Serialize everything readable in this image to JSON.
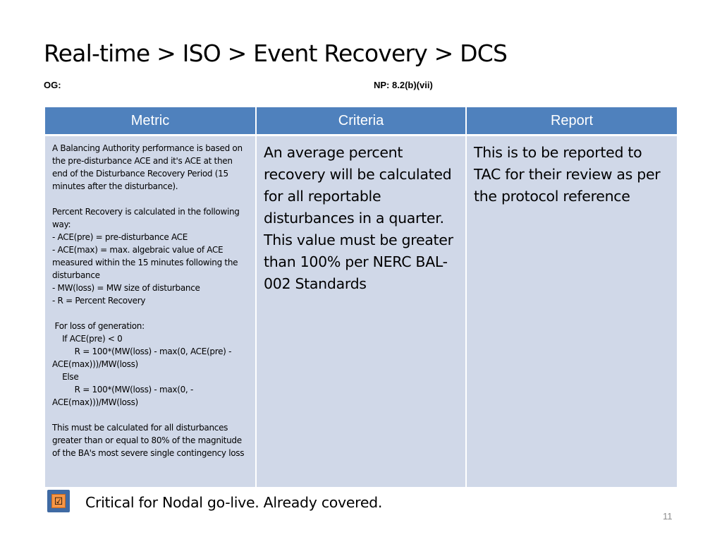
{
  "slide": {
    "title": "Real-time > ISO > Event Recovery > DCS",
    "og_label": "OG:",
    "np_label": "NP: 8.2(b)(vii)",
    "page_number": "11"
  },
  "table": {
    "headers": [
      "Metric",
      "Criteria",
      "Report"
    ],
    "metric": "A Balancing Authority performance is based on the pre-disturbance ACE and it's ACE at then end of the Disturbance Recovery Period (15 minutes after the disturbance).\n\nPercent Recovery is calculated in the following way:\n- ACE(pre) = pre-disturbance ACE\n- ACE(max) = max. algebraic value of ACE measured within the 15 minutes following the disturbance\n- MW(loss) = MW size of disturbance\n- R = Percent Recovery\n\n For loss of generation:\n    If ACE(pre) < 0\n         R = 100*(MW(loss) - max(0, ACE(pre) - ACE(max)))/MW(loss)\n    Else\n         R = 100*(MW(loss) - max(0, - ACE(max)))/MW(loss)\n\nThis must be calculated for all disturbances greater than or equal to 80% of the magnitude of the BA's most severe single contingency loss",
    "criteria": "An average percent recovery will be calculated for all reportable disturbances in a quarter. This value must be greater than 100% per NERC BAL-002 Standards",
    "report": "This is to be reported to TAC for their review as per the protocol reference"
  },
  "status": {
    "checkbox_glyph": "☑",
    "text": "Critical for Nodal go-live. Already covered."
  },
  "colors": {
    "header_bg": "#4f81bd",
    "cell_bg": "#d0d8e8",
    "checkbox_outer": "#3f6aa3",
    "checkbox_inner": "#f79646"
  }
}
